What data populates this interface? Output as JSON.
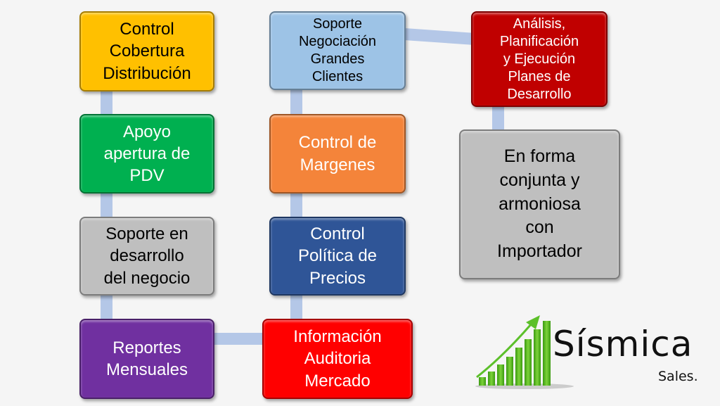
{
  "boxes": {
    "cobertura": {
      "label": "Control\nCobertura\nDistribución",
      "color": "#ffc000"
    },
    "apertura": {
      "label": "Apoyo\napertura de\nPDV",
      "color": "#00b050"
    },
    "soporte_negocio": {
      "label": "Soporte en\ndesarrollo\ndel negocio",
      "color": "#bfbfbf"
    },
    "reportes": {
      "label": "Reportes\nMensuales",
      "color": "#7030a0"
    },
    "negociacion": {
      "label": "Soporte\nNegociación\nGrandes\nClientes",
      "color": "#9dc3e6"
    },
    "margenes": {
      "label": "Control de\nMargenes",
      "color": "#f4843a"
    },
    "precios": {
      "label": "Control\nPolítica de\nPrecios",
      "color": "#2f5597"
    },
    "auditoria": {
      "label": "Información\nAuditoria\nMercado",
      "color": "#ff0000"
    },
    "planes": {
      "label": "Análisis,\nPlanificación\ny Ejecución\nPlanes de\nDesarrollo",
      "color": "#c00000"
    },
    "importador": {
      "label": "En forma\nconjunta y\narmoniosa\ncon\nImportador",
      "color": "#bfbfbf"
    }
  },
  "logo": {
    "title": "Sísmica",
    "subtitle": "Sales.",
    "color": "#4caf1a"
  }
}
